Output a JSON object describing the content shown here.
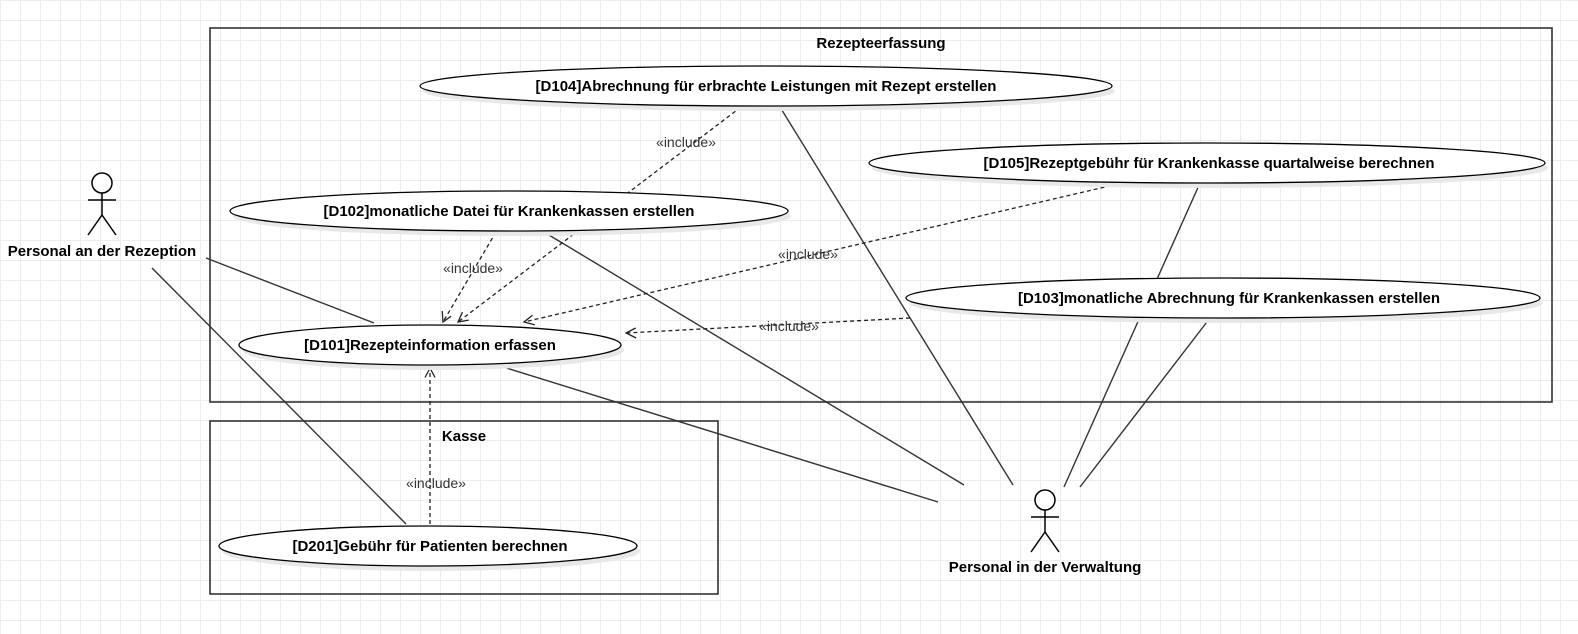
{
  "boundaries": {
    "rezept": {
      "title": "Rezepteerfassung"
    },
    "kasse": {
      "title": "Kasse"
    }
  },
  "actors": {
    "rezeption": {
      "label": "Personal an der Rezeption"
    },
    "verwaltung": {
      "label": "Personal in der Verwaltung"
    }
  },
  "use_cases": {
    "d104": {
      "label": "[D104]Abrechnung für erbrachte Leistungen mit Rezept erstellen"
    },
    "d105": {
      "label": "[D105]Rezeptgebühr für Krankenkasse quartalweise berechnen"
    },
    "d102": {
      "label": "[D102]monatliche Datei für Krankenkassen erstellen"
    },
    "d103": {
      "label": "[D103]monatliche Abrechnung für Krankenkassen erstellen"
    },
    "d101": {
      "label": "[D101]Rezepteinformation erfassen"
    },
    "d201": {
      "label": "[D201]Gebühr für Patienten berechnen"
    }
  },
  "include_labels": {
    "d104_d101": "«include»",
    "d102_d101": "«include»",
    "d105_d101": "«include»",
    "d103_d101": "«include»",
    "d201_d101": "«include»"
  }
}
